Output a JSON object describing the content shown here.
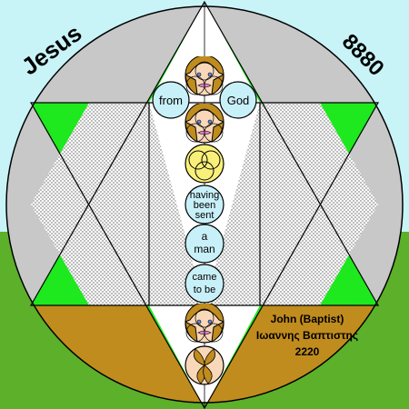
{
  "corner_labels": {
    "top_left": "Jesus",
    "top_right": "8880"
  },
  "circles": {
    "from": "from",
    "god": "God",
    "having_been_sent": [
      "having",
      "been",
      "sent"
    ],
    "a_man": [
      "a",
      "man"
    ],
    "came_to_be": [
      "came",
      "to be"
    ]
  },
  "caption": {
    "line1": "John (Baptist)",
    "line2": "Ιωαννης Βαπτιστης",
    "line3": "2220"
  },
  "colors": {
    "sky": "#c8f4f8",
    "grass": "#5cb02a",
    "disc_grey": "#c8c8c8",
    "hexagram_green": "#1ee81e",
    "bottom_brown": "#c08c1e",
    "circle_fill": "#c8f0f8",
    "yellow": "#f8f07a",
    "peach": "#f8d8b8",
    "outline": "#000000"
  },
  "icons": [
    "face-icon",
    "vesica-seed-icon",
    "triquetra-icon"
  ]
}
